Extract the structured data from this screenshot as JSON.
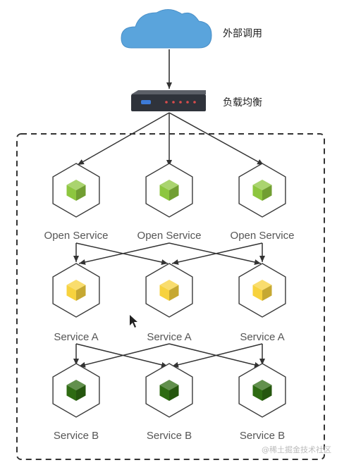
{
  "external_call": {
    "label": "外部调用"
  },
  "load_balancer": {
    "label": "负载均衡"
  },
  "rows": [
    {
      "tier": "open",
      "cube_color": "#8dc63f",
      "services": [
        "Open Service",
        "Open Service",
        "Open Service"
      ]
    },
    {
      "tier": "a",
      "cube_color": "#f7d23e",
      "services": [
        "Service A",
        "Service A",
        "Service A"
      ]
    },
    {
      "tier": "b",
      "cube_color": "#2e6b12",
      "services": [
        "Service B",
        "Service B",
        "Service B"
      ]
    }
  ],
  "colors": {
    "cloud": "#5aa4dc",
    "arrow": "#333333",
    "node_outline": "#3a3a3a",
    "group_border": "#333333"
  },
  "watermark": "@稀土掘金技术社区"
}
